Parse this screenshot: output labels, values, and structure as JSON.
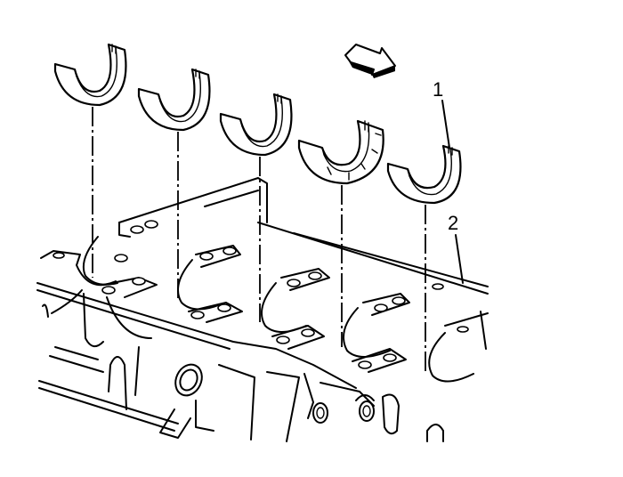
{
  "diagram": {
    "subject": "Engine block lower crankcase with main bearing upper halves",
    "direction_arrow": "front-of-engine-arrow",
    "callouts": [
      {
        "id": "1",
        "label": "1",
        "target": "main bearing (upper half)"
      },
      {
        "id": "2",
        "label": "2",
        "target": "engine block"
      }
    ],
    "bearings": [
      {
        "index": 1,
        "type": "plain"
      },
      {
        "index": 2,
        "type": "plain"
      },
      {
        "index": 3,
        "type": "plain"
      },
      {
        "index": 4,
        "type": "thrust (flanged, grooved)"
      },
      {
        "index": 5,
        "type": "plain"
      }
    ],
    "colors": {
      "line": "#000000",
      "background": "#ffffff"
    }
  }
}
